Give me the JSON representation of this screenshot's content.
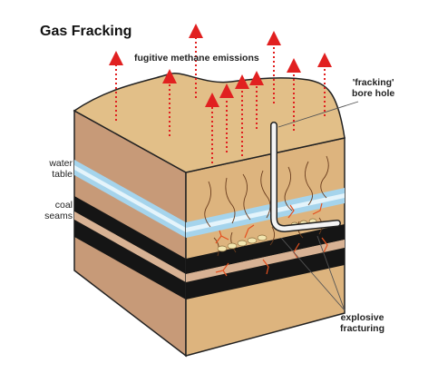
{
  "title": "Gas Fracking",
  "labels": {
    "emissions": "fugitive methane emissions",
    "bore_hole_line1": "'fracking'",
    "bore_hole_line2": "bore hole",
    "water_line1": "water",
    "water_line2": "table",
    "coal_line1": "coal",
    "coal_line2": "seams",
    "fracture_line1": "explosive",
    "fracture_line2": "fracturing"
  },
  "colors": {
    "ground_top": "#e2bf88",
    "front_face": "#ddb47e",
    "left_face": "#c79a78",
    "water": "#99cde8",
    "coal": "#151515",
    "arrows": "#e12020",
    "bore_pipe": "#f4f4f4",
    "fractures": "#e4501f"
  }
}
